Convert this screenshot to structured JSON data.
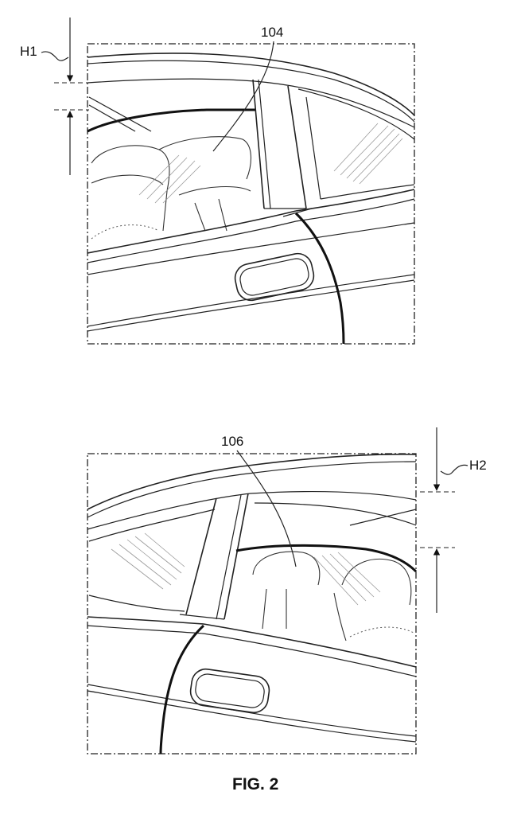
{
  "figure": {
    "caption": "FIG. 2",
    "top_view": {
      "ref_numeral": "104",
      "dimension_label": "H1"
    },
    "bottom_view": {
      "ref_numeral": "106",
      "dimension_label": "H2"
    }
  }
}
